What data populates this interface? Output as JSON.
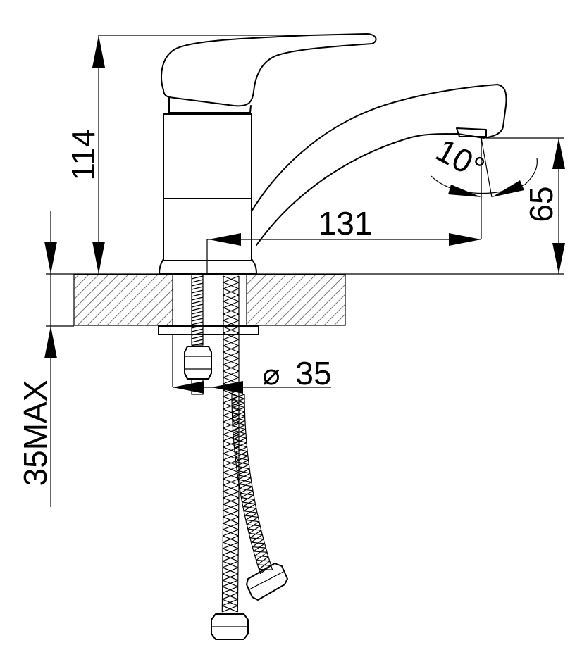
{
  "dimensions": {
    "height_overall": "114",
    "spout_reach": "131",
    "spout_height": "65",
    "spout_angle": "10°",
    "hole_diameter_symbol": "⌀",
    "hole_diameter": "35",
    "counter_thickness_max": "35MAX"
  }
}
